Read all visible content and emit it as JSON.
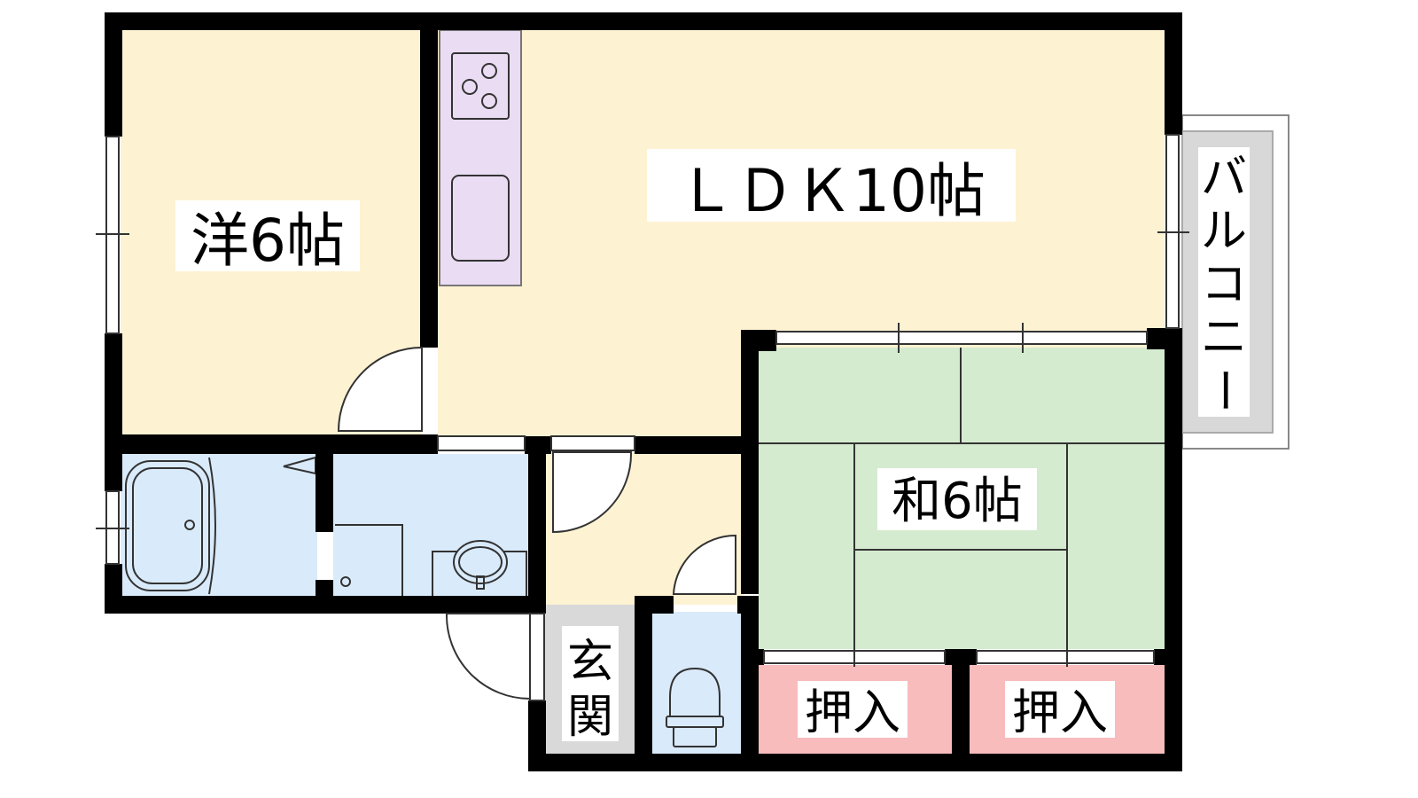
{
  "rooms": {
    "western": "洋6帖",
    "ldk": "ＬＤＫ10帖",
    "japanese": "和6帖",
    "closet_left": "押入",
    "closet_right": "押入",
    "entrance_line1": "玄",
    "entrance_line2": "関",
    "balcony_chars": [
      "バ",
      "ル",
      "コ",
      "ニ",
      "ー"
    ]
  },
  "colors": {
    "wall": "#000000",
    "floor_beige": "#fdf2d2",
    "kitchen_purple": "#eadcf3",
    "tatami_green": "#d4ebcf",
    "closet_pink": "#f8bcbd",
    "wet_blue": "#d9eafa",
    "entrance_gray": "#d9d9d9",
    "balcony_gray": "#d8d8d8"
  }
}
